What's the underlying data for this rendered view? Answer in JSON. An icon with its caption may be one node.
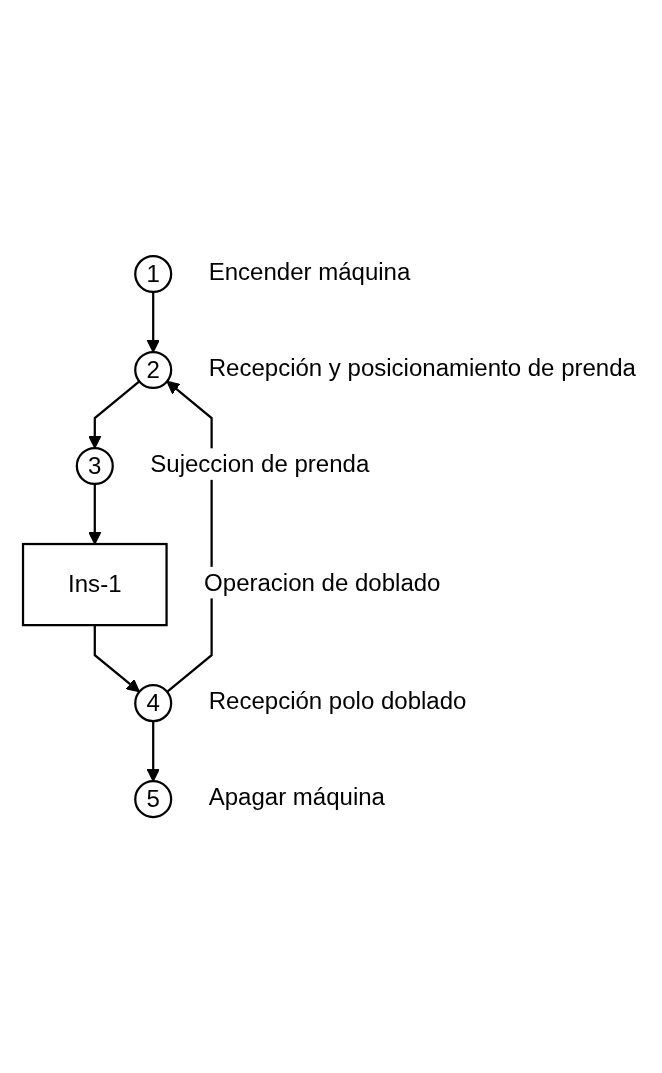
{
  "diagram": {
    "nodes": [
      {
        "text": [
          "1"
        ],
        "beside": [
          "Encender máquina"
        ]
      },
      {
        "text": [
          "2"
        ],
        "beside": [
          "Recepción y posicionamiento de prenda"
        ]
      },
      {
        "text": [
          "3"
        ],
        "beside": [
          "Sujeccion de prenda"
        ]
      },
      {
        "text": [
          "Ins-1"
        ],
        "beside": [
          "Operacion de doblado"
        ]
      },
      {
        "text": [
          "4"
        ],
        "beside": [
          "Recepción polo doblado"
        ]
      },
      {
        "text": [
          "5"
        ],
        "beside": [
          "Apagar máquina"
        ]
      }
    ],
    "edges": [
      {
        "from": 0,
        "to": 1,
        "arrow": "to"
      },
      {
        "from": 1,
        "to": 2,
        "arrow": "to"
      },
      {
        "from": 2,
        "to": 3,
        "arrow": "to"
      },
      {
        "from": 3,
        "to": 4,
        "arrow": "to"
      },
      {
        "from": 4,
        "to": 5,
        "arrow": "to"
      },
      {
        "from": 4,
        "to": 1,
        "arrow": "to"
      }
    ]
  }
}
